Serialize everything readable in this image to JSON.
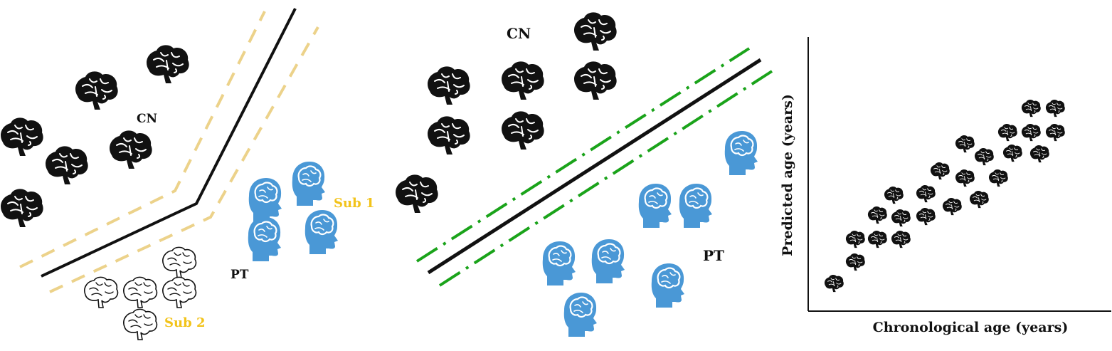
{
  "panel_left": {
    "class_a_label": "CN",
    "class_b_label": "PT",
    "sub1_label": "Sub 1",
    "sub2_label": "Sub 2"
  },
  "panel_middle": {
    "class_a_label": "CN",
    "class_b_label": "PT"
  },
  "panel_right": {
    "xlabel": "Chronological age (years)",
    "ylabel": "Predicted age (years)"
  },
  "colors": {
    "black": "#111111",
    "blue_head": "#4a98d6",
    "subgroup_label": "#f2c31a",
    "dashed_yellow": "#ecd28a",
    "dashed_green": "#1aa31a"
  }
}
